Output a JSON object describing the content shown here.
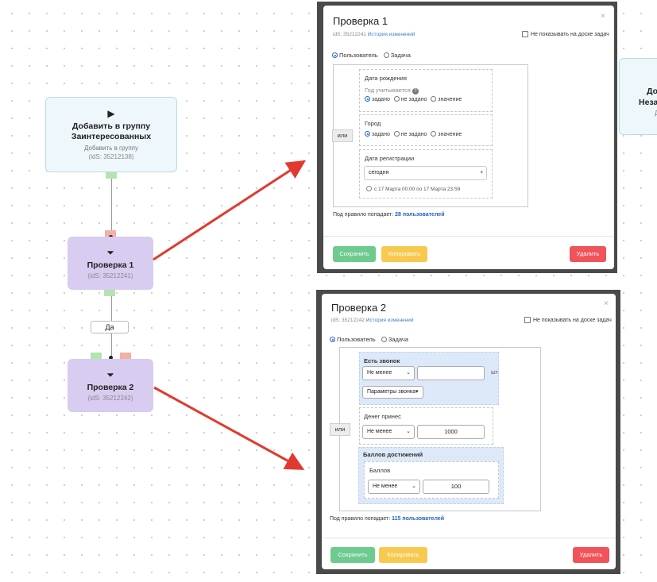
{
  "canvas": {
    "action_node": {
      "icon": "play-icon",
      "icon_glyph": "▶",
      "title_line1": "Добавить в группу",
      "title_line2": "Заинтересованных",
      "subtitle": "Добавить в группу",
      "id": "(idS: 35212138)"
    },
    "check1_node": {
      "icon": "funnel-icon",
      "icon_glyph": "⏷",
      "title": "Проверка 1",
      "id": "(idS: 35212241)"
    },
    "check2_node": {
      "icon": "funnel-icon",
      "icon_glyph": "⏷",
      "title": "Проверка 2",
      "id": "(idS: 35212242)"
    },
    "yes_label": "Да",
    "partial_node": {
      "line1": "До",
      "line2": "Неза",
      "line3": "Д"
    }
  },
  "modal1": {
    "title": "Проверка 1",
    "ids_prefix": "idS: 35212241",
    "history_link": "История изменений",
    "close": "×",
    "hide_label": "Не показывать на доске задач",
    "type_options": [
      "Пользователь",
      "Задача"
    ],
    "or_label": "или",
    "birthdate": {
      "label": "Дата рождения",
      "sub_label": "Год учитывается",
      "help": "?",
      "options": [
        "задано",
        "не задано",
        "значение"
      ]
    },
    "city": {
      "label": "Город",
      "options": [
        "задано",
        "не задано",
        "значение"
      ]
    },
    "registration": {
      "label": "Дата регистрации",
      "select_value": "сегодня",
      "range": "с 17 Марта 00:00 по 17 Марта 23:59"
    },
    "summary_prefix": "Под правило попадает:",
    "summary_value": "28 пользователей",
    "buttons": {
      "save": "Сохранить",
      "copy": "Копировать",
      "delete": "Удалить"
    }
  },
  "modal2": {
    "title": "Проверка 2",
    "ids_prefix": "idS: 35212242",
    "history_link": "История изменений",
    "close": "×",
    "hide_label": "Не показывать на доске задач",
    "type_options": [
      "Пользователь",
      "Задача"
    ],
    "or_label": "или",
    "call": {
      "label": "Есть звонок",
      "operator": "Не менее",
      "value": "",
      "unit": "шт",
      "params_button": "Параметры звонка"
    },
    "money": {
      "label": "Денег принес",
      "operator": "Не менее",
      "value": "1000"
    },
    "points": {
      "label": "Баллов достижений",
      "inner_label": "Баллов",
      "operator": "Не менее",
      "value": "100"
    },
    "summary_prefix": "Под правило попадает:",
    "summary_value": "115 пользователей",
    "buttons": {
      "save": "Сохранить",
      "copy": "Копировать",
      "delete": "Удалить"
    }
  },
  "colors": {
    "node_action_bg": "#eef7fb",
    "node_check_bg": "#d8ccf0",
    "arrow": "#e03a2f",
    "link": "#3b82c4",
    "save": "#6dcb8f",
    "copy": "#f7c94f",
    "delete": "#f0545a"
  }
}
